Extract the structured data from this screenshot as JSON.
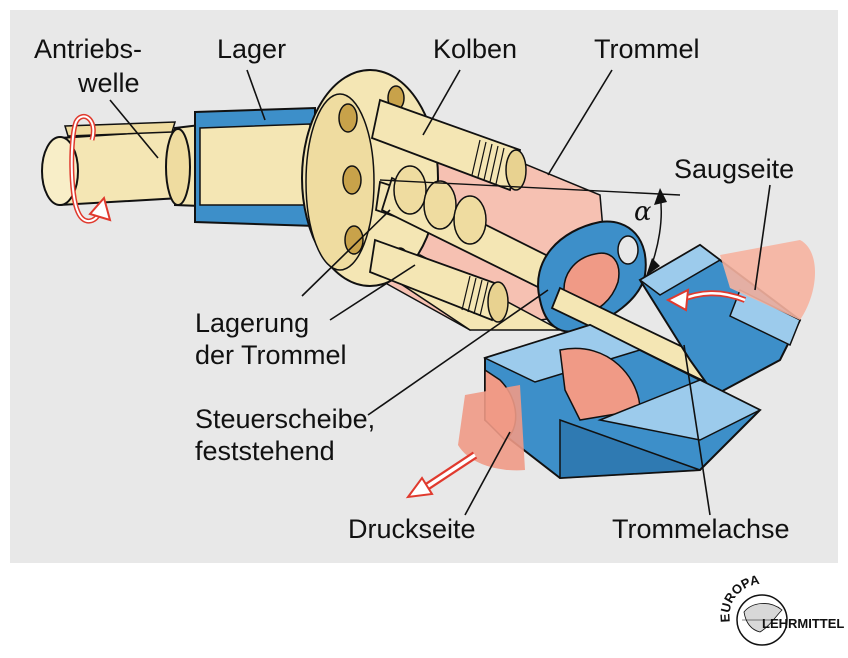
{
  "labels": {
    "antriebswelle_1": "Antriebs-",
    "antriebswelle_2": "welle",
    "lager": "Lager",
    "kolben": "Kolben",
    "trommel": "Trommel",
    "saugseite": "Saugseite",
    "lagerung_1": "Lagerung",
    "lagerung_2": "der Trommel",
    "steuerscheibe_1": "Steuerscheibe,",
    "steuerscheibe_2": "feststehend",
    "druckseite": "Druckseite",
    "trommelachse": "Trommelachse",
    "alpha": "α"
  },
  "logo": {
    "top": "EUROPA",
    "bottom": "LEHRMITTEL"
  },
  "colors": {
    "panel": "#e8e8e8",
    "cream": "#f4e6b4",
    "blue": "#3d8fc9",
    "light_blue": "#9ccbec",
    "salmon": "#f09a86",
    "pink": "#f6c1b2",
    "arrow_red": "#e03a2e"
  }
}
